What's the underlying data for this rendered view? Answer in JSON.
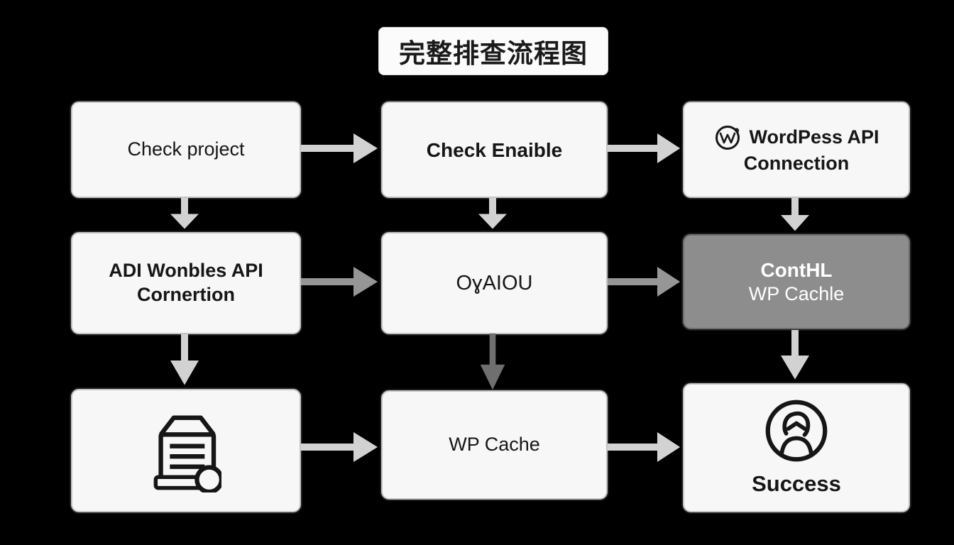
{
  "title": {
    "text": "完整排查流程图"
  },
  "colors": {
    "background": "#000000",
    "box_fill": "#f7f7f7",
    "box_text": "#161616",
    "gray_box_fill": "#8d8d8d",
    "gray_box_text": "#ffffff",
    "arrow_light": "#d2d2d2",
    "arrow_medium": "#969696",
    "arrow_dark": "#6f6f6f"
  },
  "flowchart": {
    "check_project": {
      "label": "Check project"
    },
    "check_enable": {
      "label": "Check Enaible"
    },
    "wordpress_api": {
      "icon": "wordpress-icon",
      "line1": "WordPess API",
      "line2": "Connection"
    },
    "adi_wonbles": {
      "line1": "ADI Wonbles API",
      "line2": "Cornertion"
    },
    "oyaiou": {
      "label": "OɣAIOU"
    },
    "conthl": {
      "line1": "ContHL",
      "line2": "WP Cachle"
    },
    "document_step": {
      "icon": "document-icon"
    },
    "wp_cache": {
      "label": "WP Cache"
    },
    "success": {
      "icon": "person-icon",
      "label": "Success"
    }
  }
}
